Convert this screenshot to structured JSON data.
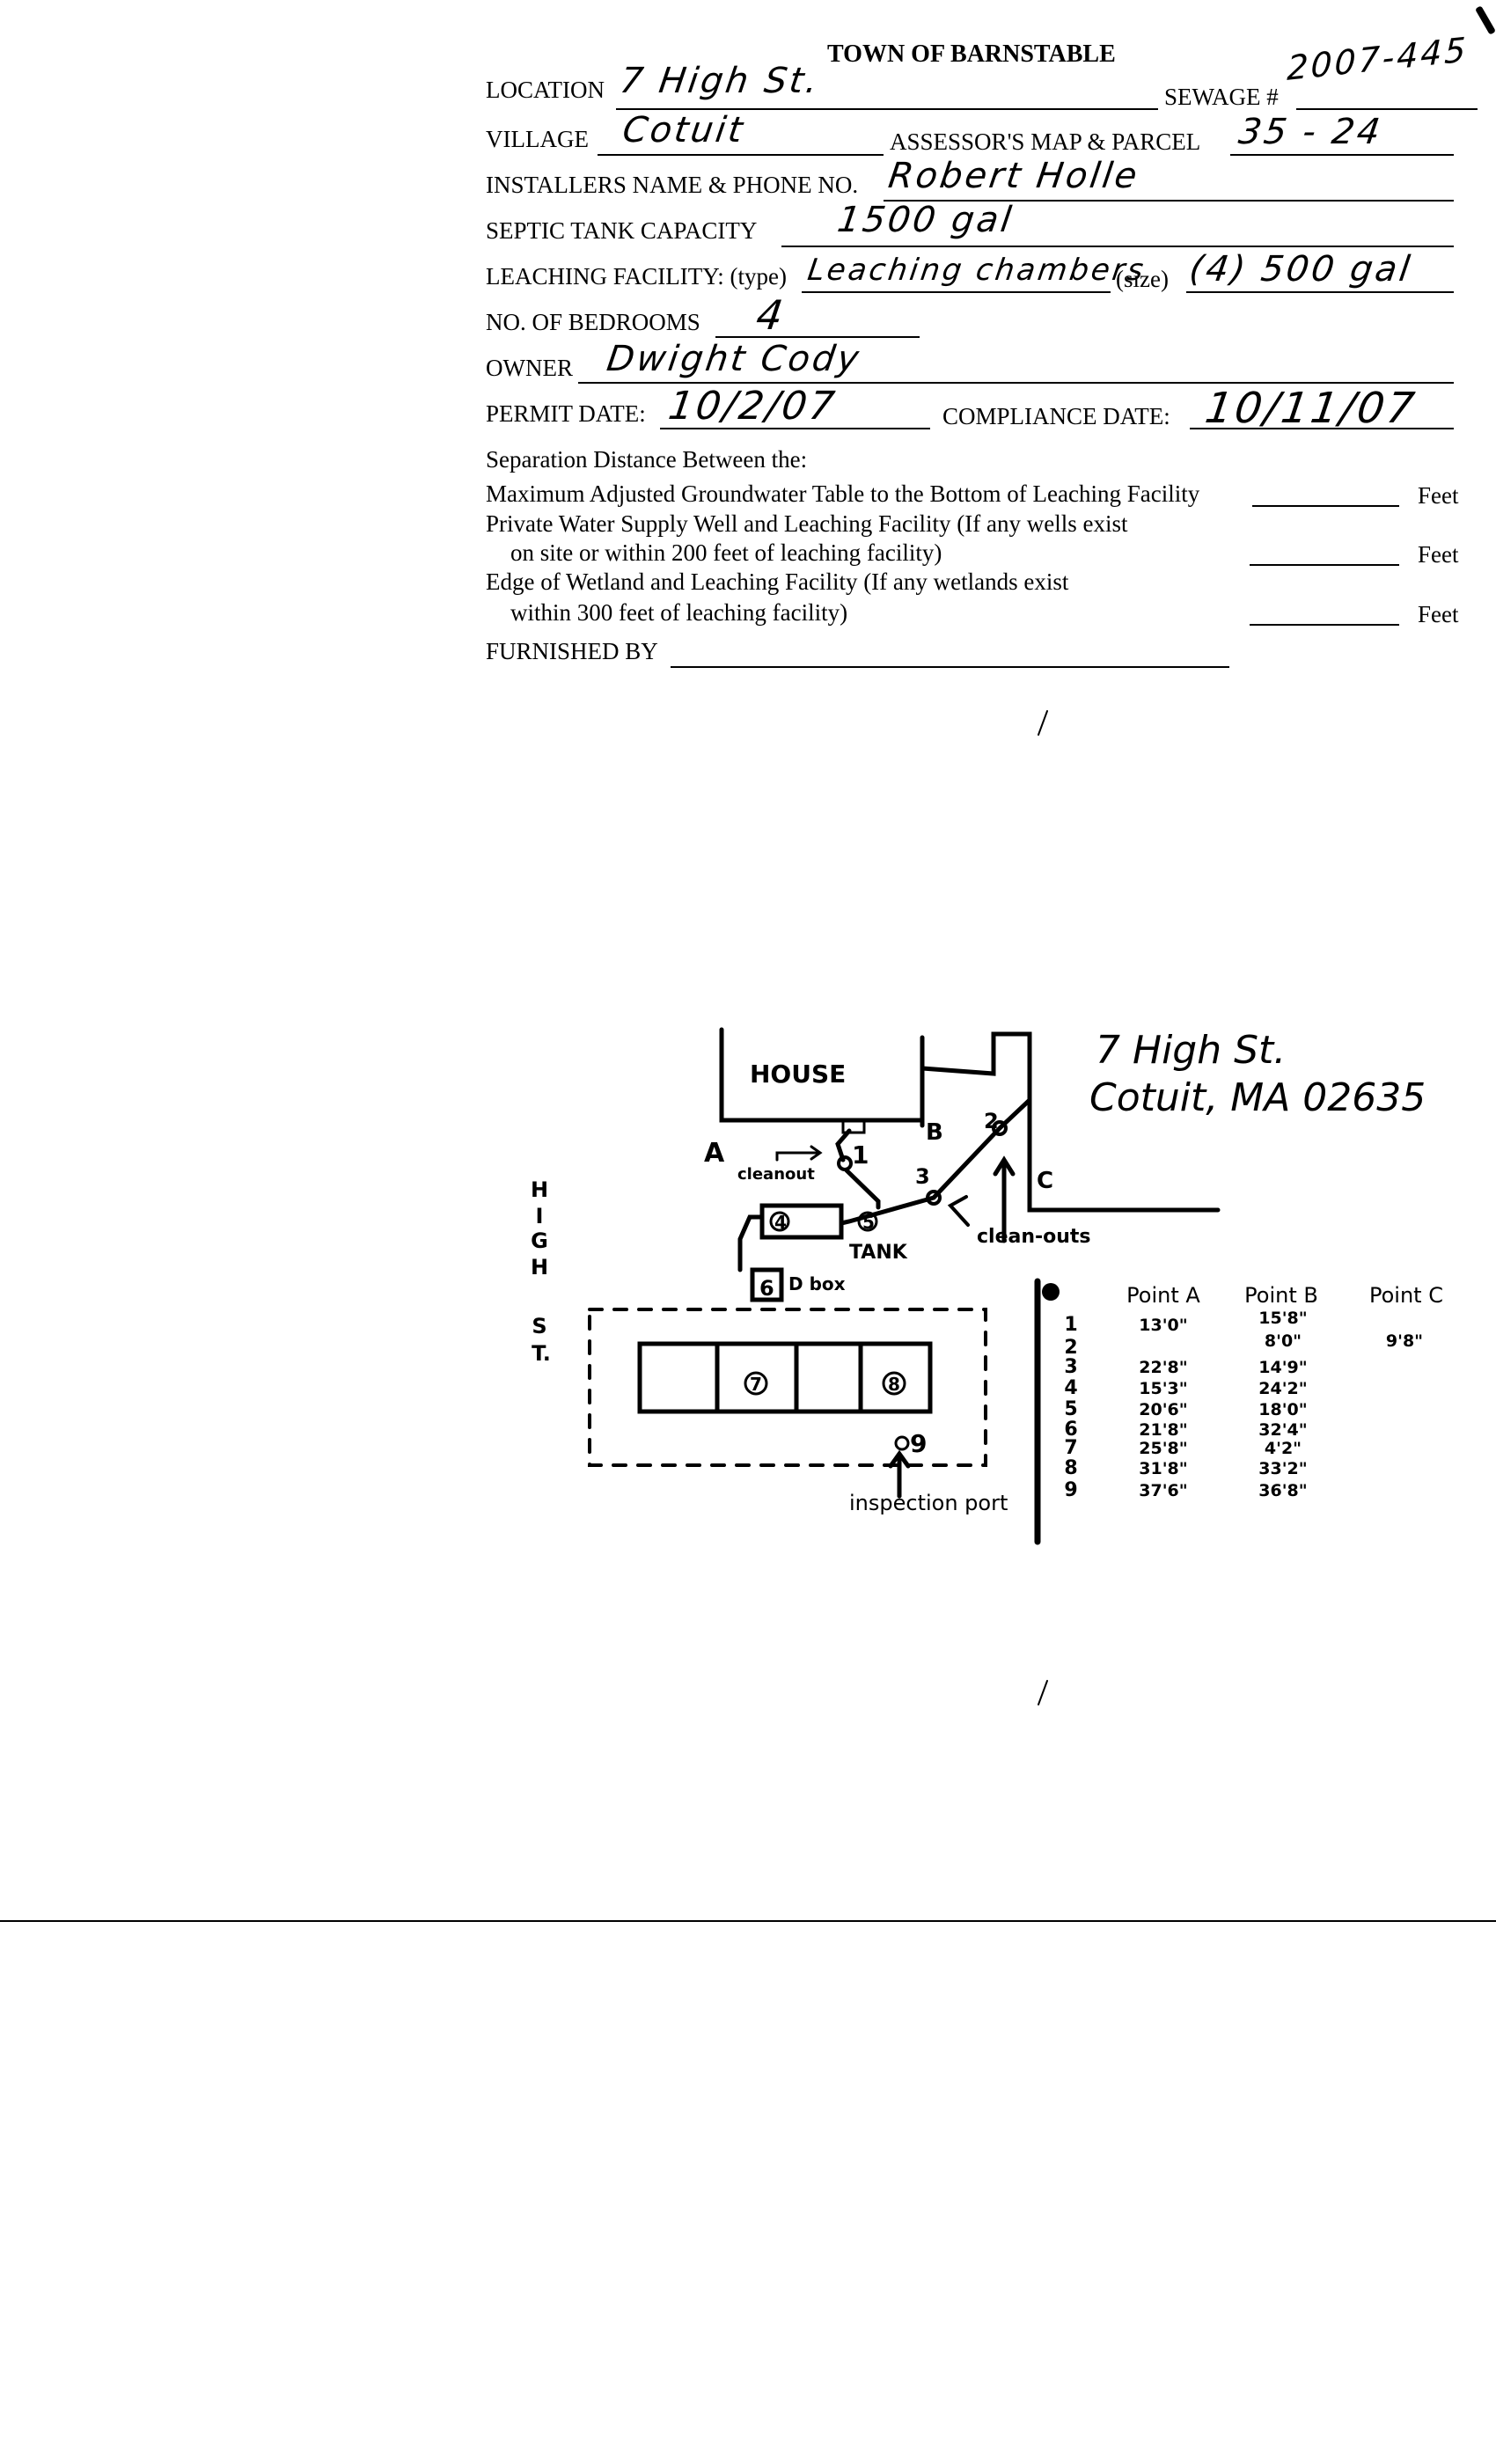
{
  "form": {
    "title": "TOWN OF BARNSTABLE",
    "location_label": "LOCATION",
    "location_value": "7 High St.",
    "sewage_label": "SEWAGE #",
    "sewage_value": "2007-445",
    "village_label": "VILLAGE",
    "village_value": "Cotuit",
    "parcel_label": "ASSESSOR'S MAP & PARCEL",
    "parcel_value": "35 - 24",
    "installer_label": "INSTALLERS NAME & PHONE NO.",
    "installer_value": "Robert Holle",
    "tank_label": "SEPTIC TANK CAPACITY",
    "tank_value": "1500 gal",
    "leaching_label": "LEACHING FACILITY: (type)",
    "leaching_type_value": "Leaching chambers",
    "size_label": "(size)",
    "size_value": "(4) 500 gal",
    "bedrooms_label": "NO. OF BEDROOMS",
    "bedrooms_value": "4",
    "owner_label": "OWNER",
    "owner_value": "Dwight Cody",
    "permit_label": "PERMIT DATE:",
    "permit_value": "10/2/07",
    "compliance_label": "COMPLIANCE DATE:",
    "compliance_value": "10/11/07",
    "separation_label": "Separation Distance Between the:",
    "sep1": "Maximum Adjusted Groundwater Table to the Bottom of Leaching Facility",
    "sep2a": "Private Water Supply Well and Leaching Facility (If any wells exist",
    "sep2b": "on site or within 200 feet of leaching facility)",
    "sep3a": "Edge of Wetland and Leaching Facility (If any wetlands exist",
    "sep3b": "within 300 feet of leaching facility)",
    "feet": "Feet",
    "furnished_label": "FURNISHED BY"
  },
  "sketch": {
    "house": "HOUSE",
    "point_a": "A",
    "point_b": "B",
    "point_c": "C",
    "cleanout": "cleanout",
    "cleanouts": "clean-outs",
    "tank": "TANK",
    "dbox": "D box",
    "inspection_port": "inspection port",
    "street_letters": [
      "H",
      "I",
      "G",
      "H",
      "S",
      "T."
    ],
    "address_line1": "7 High St.",
    "address_line2": "Cotuit, MA 02635",
    "markers": {
      "m1": "1",
      "m2": "2",
      "m3": "3",
      "m4": "4",
      "m5": "5",
      "m6": "6",
      "m7": "7",
      "m8": "8",
      "m9": "9"
    }
  },
  "ties": {
    "headers": [
      "Point A",
      "Point B",
      "Point C"
    ],
    "rows": [
      {
        "n": "1",
        "a": "13'0\"",
        "b": "15'8\"",
        "c": ""
      },
      {
        "n": "2",
        "a": "",
        "b": "8'0\"",
        "c": "9'8\""
      },
      {
        "n": "3",
        "a": "22'8\"",
        "b": "14'9\"",
        "c": ""
      },
      {
        "n": "4",
        "a": "15'3\"",
        "b": "24'2\"",
        "c": ""
      },
      {
        "n": "5",
        "a": "20'6\"",
        "b": "18'0\"",
        "c": ""
      },
      {
        "n": "6",
        "a": "21'8\"",
        "b": "32'4\"",
        "c": ""
      },
      {
        "n": "7",
        "a": "25'8\"",
        "b": "4'2\"",
        "c": ""
      },
      {
        "n": "8",
        "a": "31'8\"",
        "b": "33'2\"",
        "c": ""
      },
      {
        "n": "9",
        "a": "37'6\"",
        "b": "36'8\"",
        "c": ""
      }
    ]
  }
}
